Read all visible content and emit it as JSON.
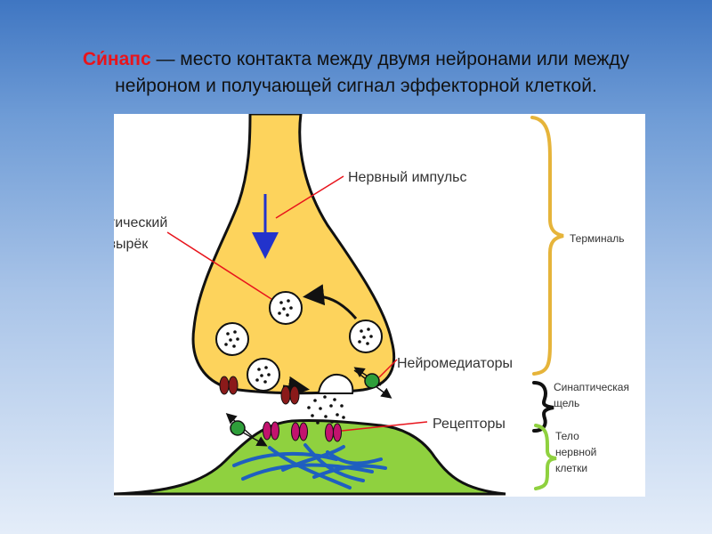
{
  "headline": {
    "term": "Си́напс",
    "definition": " — место контакта между двумя нейронами или между",
    "line2": "нейроном и получающей сигнал эффекторной клеткой."
  },
  "labels": {
    "impulse": "Нервный импульс",
    "vesicle_line1": "Синаптический",
    "vesicle_line2": "пузырёк",
    "neurotransmitters": "Нейромедиаторы",
    "receptors": "Рецепторы",
    "terminal": "Терминаль",
    "cleft_line1": "Синаптическая",
    "cleft_line2": "щель",
    "body_line1": "Тело",
    "body_line2": "нервной",
    "body_line3": "клетки"
  },
  "colors": {
    "title_accent": "#e8141c",
    "terminal_fill": "#fdd35c",
    "body_fill": "#8fd13f",
    "terminal_brace": "#e6b43a",
    "cleft_brace": "#111111",
    "body_brace": "#8fd13f",
    "impulse_arrow": "#2233cc",
    "channel_dark": "#8b1a1a",
    "receptor": "#c2136e",
    "transporter": "#2e9e3a",
    "callout_line": "#e8141c",
    "fibers": "#1f5fc0"
  }
}
